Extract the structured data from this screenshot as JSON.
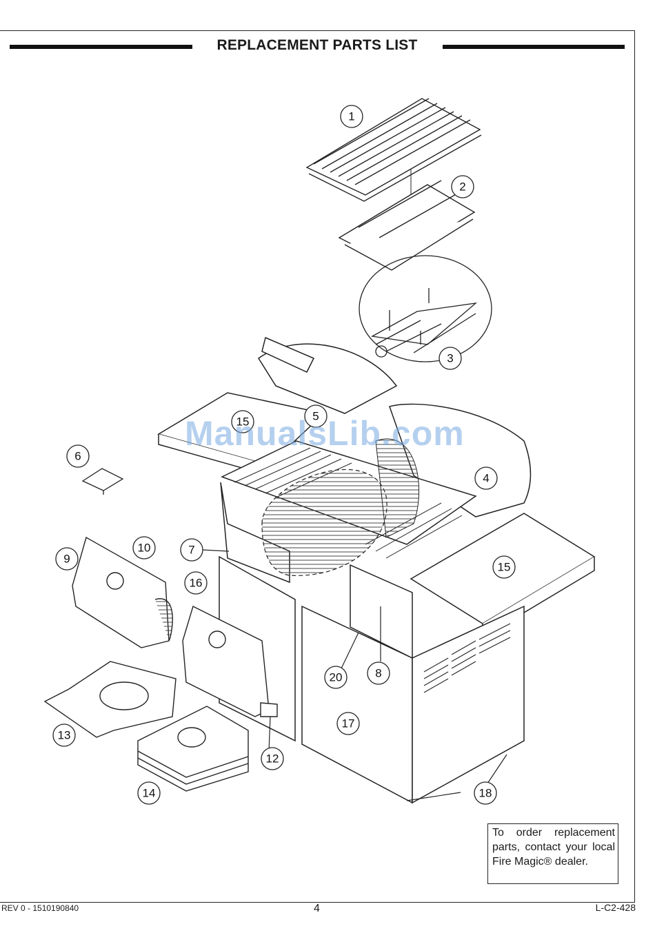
{
  "header": {
    "title": "REPLACEMENT PARTS LIST"
  },
  "watermark": "ManualsLib.com",
  "callouts": [
    {
      "id": "callout-1",
      "label": "1"
    },
    {
      "id": "callout-2",
      "label": "2"
    },
    {
      "id": "callout-3",
      "label": "3"
    },
    {
      "id": "callout-4",
      "label": "4"
    },
    {
      "id": "callout-5",
      "label": "5"
    },
    {
      "id": "callout-6",
      "label": "6"
    },
    {
      "id": "callout-7",
      "label": "7"
    },
    {
      "id": "callout-8",
      "label": "8"
    },
    {
      "id": "callout-9",
      "label": "9"
    },
    {
      "id": "callout-10",
      "label": "10"
    },
    {
      "id": "callout-12",
      "label": "12"
    },
    {
      "id": "callout-13",
      "label": "13"
    },
    {
      "id": "callout-14",
      "label": "14"
    },
    {
      "id": "callout-15a",
      "label": "15"
    },
    {
      "id": "callout-15b",
      "label": "15"
    },
    {
      "id": "callout-16",
      "label": "16"
    },
    {
      "id": "callout-17",
      "label": "17"
    },
    {
      "id": "callout-18",
      "label": "18"
    },
    {
      "id": "callout-20",
      "label": "20"
    }
  ],
  "note": {
    "text": "To order replacement parts, contact your local Fire Magic® dealer."
  },
  "footer": {
    "revision": "REV 0 - 1510190840",
    "page_number": "4",
    "doc_code": "L-C2-428"
  }
}
